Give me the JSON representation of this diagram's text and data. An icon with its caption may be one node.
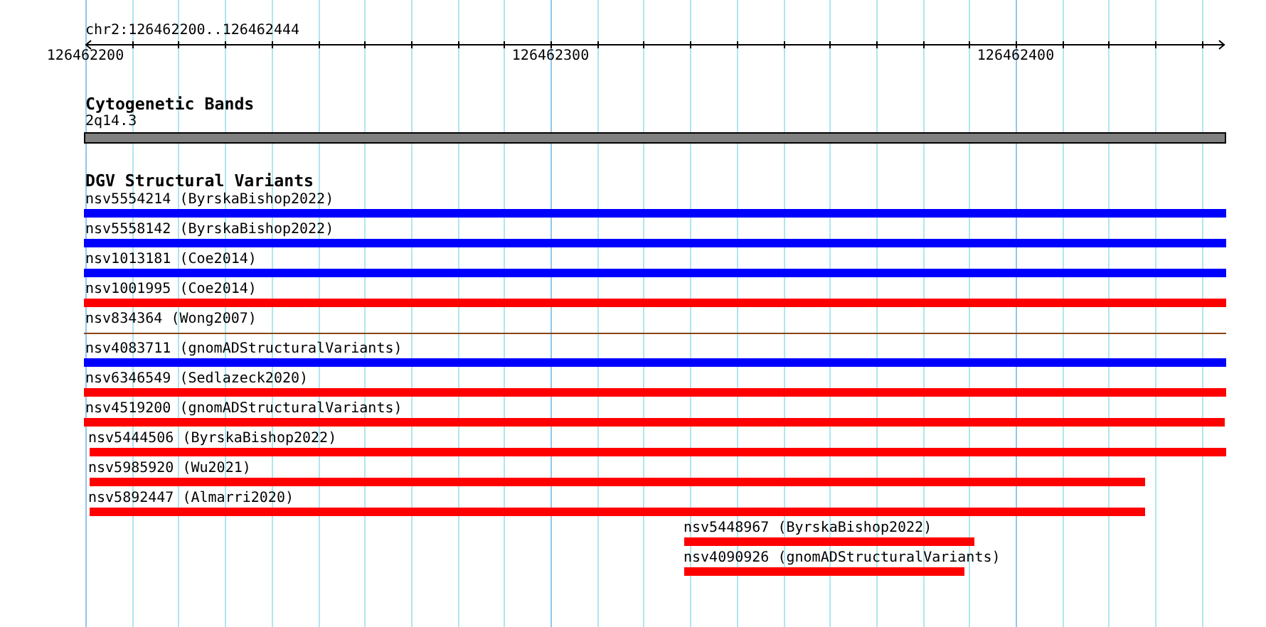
{
  "diagram": {
    "title": "chr2:126462200..126462444",
    "nodes": [
      {
        "text": [
          "2q14.3"
        ]
      },
      {
        "text": [
          "nsv5554214 (ByrskaBishop2022)"
        ]
      },
      {
        "text": [
          "nsv5558142 (ByrskaBishop2022)"
        ]
      },
      {
        "text": [
          "nsv1013181 (Coe2014)"
        ]
      },
      {
        "text": [
          "nsv1001995 (Coe2014)"
        ]
      },
      {
        "text": [
          "nsv834364 (Wong2007)"
        ]
      },
      {
        "text": [
          "nsv4083711 (gnomADStructuralVariants)"
        ]
      },
      {
        "text": [
          "nsv6346549 (Sedlazeck2020)"
        ]
      },
      {
        "text": [
          "nsv4519200 (gnomADStructuralVariants)"
        ]
      },
      {
        "text": [
          "nsv5444506 (ByrskaBishop2022)"
        ]
      },
      {
        "text": [
          "nsv5985920 (Wu2021)"
        ]
      },
      {
        "text": [
          "nsv5892447 (Almarri2020)"
        ]
      },
      {
        "text": [
          "nsv5448967 (ByrskaBishop2022)"
        ]
      },
      {
        "text": [
          "nsv4090926 (gnomADStructuralVariants)"
        ]
      }
    ],
    "labels": [
      "126462200",
      "126462300",
      "126462400",
      "Cytogenetic Bands",
      "DGV Structural Variants"
    ]
  }
}
